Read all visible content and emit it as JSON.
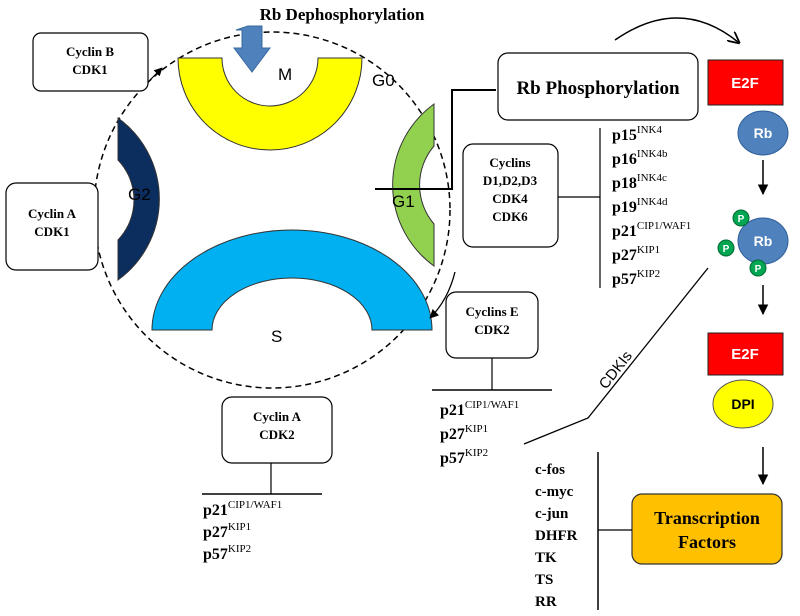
{
  "title": "Rb Dephosphorylation",
  "phases": {
    "m": "M",
    "g0": "G0",
    "g1": "G1",
    "g2": "G2",
    "s": "S"
  },
  "boxes": {
    "cyclin_b": [
      "Cyclin B",
      "CDK1"
    ],
    "cyclin_a_cdk1": [
      "Cyclin A",
      "CDK1"
    ],
    "cyclins_d": [
      "Cyclins",
      "D1,D2,D3",
      "CDK4",
      "CDK6"
    ],
    "cyclins_e": [
      "Cyclins E",
      "CDK2"
    ],
    "cyclin_a_cdk2": [
      "Cyclin A",
      "CDK2"
    ],
    "rb_phos": "Rb Phosphorylation",
    "transcription": [
      "Transcription",
      "Factors"
    ]
  },
  "inhibitors_g1": [
    {
      "base": "p15",
      "sup": "INK4"
    },
    {
      "base": "p16",
      "sup": "INK4b"
    },
    {
      "base": "p18",
      "sup": "INK4c"
    },
    {
      "base": "p19",
      "sup": "INK4d"
    },
    {
      "base": "p21",
      "sup": "CIP1/WAF1"
    },
    {
      "base": "p27",
      "sup": "KIP1"
    },
    {
      "base": "p57",
      "sup": "KIP2"
    }
  ],
  "inhibitors_short": [
    {
      "base": "p21",
      "sup": "CIP1/WAF1"
    },
    {
      "base": "p27",
      "sup": "KIP1"
    },
    {
      "base": "p57",
      "sup": "KIP2"
    }
  ],
  "cdkis_label": "CDKIs",
  "pathway": {
    "e2f": "E2F",
    "rb": "Rb",
    "p": "P",
    "dpi": "DPI"
  },
  "genes": [
    "c-fos",
    "c-myc",
    "c-jun",
    "DHFR",
    "TK",
    "TS",
    "RR"
  ]
}
